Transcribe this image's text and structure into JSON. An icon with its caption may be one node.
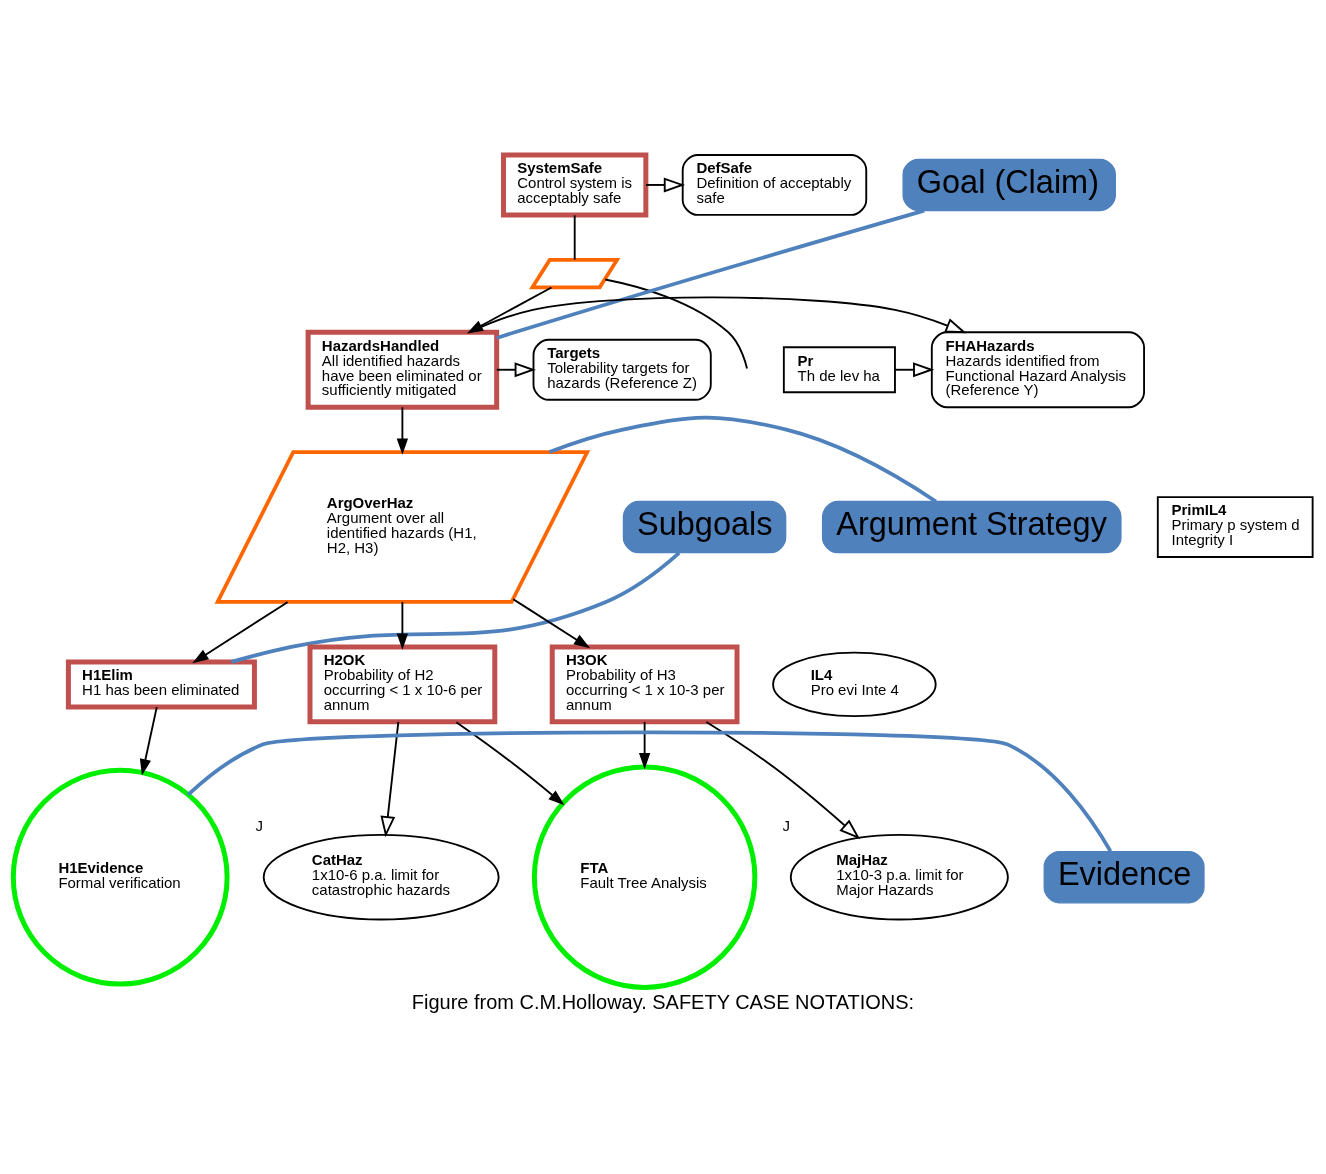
{
  "diagram": {
    "caption": "Figure from C.M.Holloway. SAFETY CASE NOTATIONS:",
    "nodes": [
      {
        "text": [
          "DefSafe",
          "Definition of acceptably safe"
        ]
      },
      {
        "text": [
          "SystemSafe",
          "Control system is acceptably safe"
        ]
      },
      {
        "text": [],
        "shape": "parallelogram"
      },
      {
        "text": [
          "Goal (Claim)"
        ]
      },
      {
        "text": [
          "Targets",
          "Tolerability targets for hazards (Reference Z)"
        ]
      },
      {
        "text": [
          "HazardsHandled",
          "All identified hazards have been eliminated or sufficiently mitigated"
        ]
      },
      {
        "text": [
          "FHAHazards",
          "Hazards identified from Functional Hazard Analysis (Reference Y)"
        ]
      },
      {
        "text": [
          "Pr",
          "Th de lev ha"
        ]
      },
      {
        "text": [
          "Subgoals"
        ]
      },
      {
        "text": [
          "ArgOverHaz",
          "Argument over all identified hazards (H1, H2, H3)"
        ]
      },
      {
        "text": [
          "Argument Strategy"
        ]
      },
      {
        "text": [
          "PrimIL4",
          "Primary p system d Integrity I"
        ]
      },
      {
        "text": [
          "H1Elim",
          "H1 has been eliminated"
        ]
      },
      {
        "text": [
          "H2OK",
          "Probability of H2 occurring < 1 x 10-6 per annum"
        ]
      },
      {
        "text": [
          "H3OK",
          "Probability of H3 occurring < 1 x 10-3 per annum"
        ]
      },
      {
        "text": [
          "IL4",
          "Pro evi Inte 4"
        ]
      },
      {
        "text": [
          "H1Evidence",
          "Formal verification"
        ]
      },
      {
        "text": [
          "CatHaz",
          "1x10-6 p.a. limit for catastrophic hazards"
        ],
        "beside": [
          "J"
        ]
      },
      {
        "text": [
          "Evidence"
        ]
      },
      {
        "text": [
          "FTA",
          "Fault Tree Analysis"
        ]
      },
      {
        "text": [
          "MajHaz",
          "1x10-3 p.a. limit for Major Hazards"
        ],
        "beside": [
          "J"
        ]
      }
    ],
    "edges": [
      {
        "from": 1,
        "to": 0,
        "arrow": "to"
      },
      {
        "from": 1,
        "to": 2,
        "arrow": "none"
      },
      {
        "from": 2,
        "to": 5,
        "arrow": "to"
      },
      {
        "from": 2,
        "to": null,
        "arrow": "none"
      },
      {
        "from": 3,
        "to": 5,
        "arrow": "none",
        "color": "#4f81bd"
      },
      {
        "from": 5,
        "to": 4,
        "arrow": "to"
      },
      {
        "from": 5,
        "to": 6,
        "arrow": "to"
      },
      {
        "from": 7,
        "to": 6,
        "arrow": "to"
      },
      {
        "from": 5,
        "to": 9,
        "arrow": "to"
      },
      {
        "from": 10,
        "to": 9,
        "arrow": "none",
        "color": "#4f81bd"
      },
      {
        "from": 9,
        "to": 12,
        "arrow": "to"
      },
      {
        "from": 9,
        "to": 13,
        "arrow": "to"
      },
      {
        "from": 9,
        "to": 14,
        "arrow": "to"
      },
      {
        "from": 8,
        "to": 12,
        "arrow": "none",
        "color": "#4f81bd"
      },
      {
        "from": 12,
        "to": 16,
        "arrow": "to"
      },
      {
        "from": 13,
        "to": 17,
        "arrow": "to"
      },
      {
        "from": 13,
        "to": 19,
        "arrow": "to"
      },
      {
        "from": 14,
        "to": 19,
        "arrow": "to"
      },
      {
        "from": 14,
        "to": 20,
        "arrow": "to"
      },
      {
        "from": 18,
        "to": 16,
        "arrow": "none",
        "color": "#4f81bd"
      }
    ]
  }
}
